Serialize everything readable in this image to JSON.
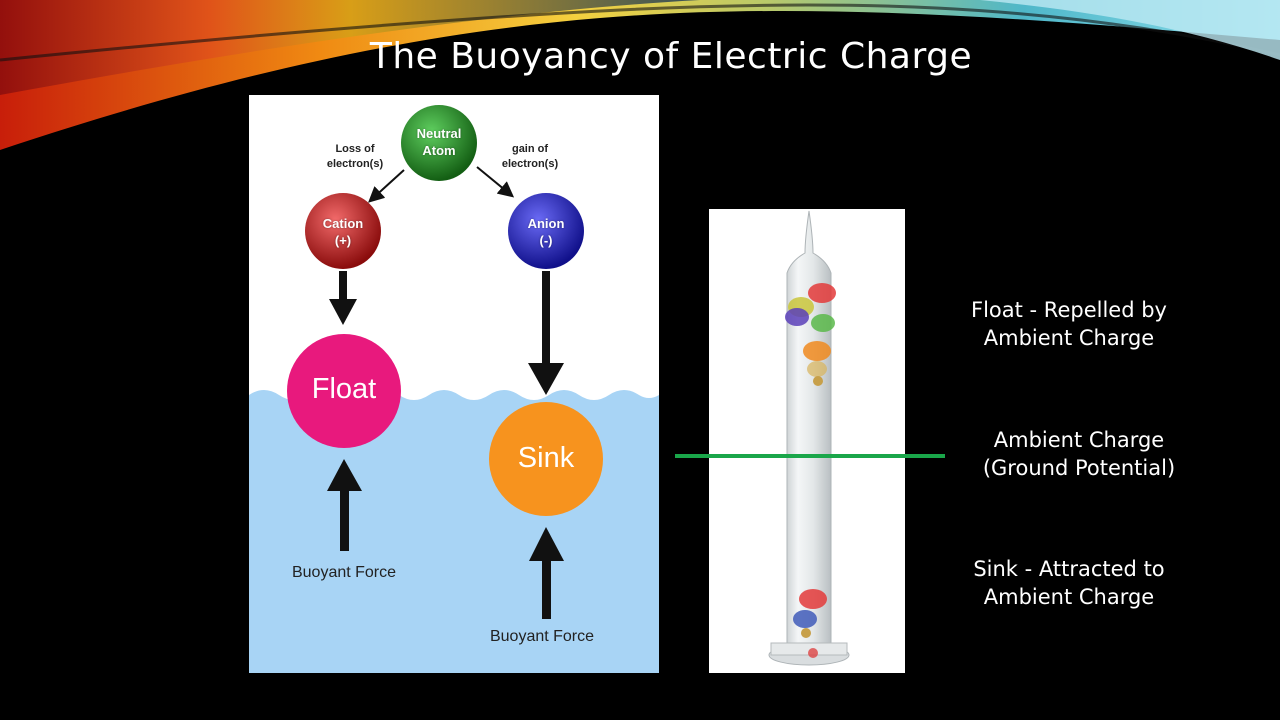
{
  "slide": {
    "title": "The Buoyancy of Electric Charge"
  },
  "diagram": {
    "neutral_atom": "Neutral\nAtom",
    "loss_label": "Loss of\nelectron(s)",
    "gain_label": "gain of\nelectron(s)",
    "cation": "Cation\n(+)",
    "anion": "Anion\n(-)",
    "float": "Float",
    "sink": "Sink",
    "buoyant_force_left": "Buoyant Force",
    "buoyant_force_right": "Buoyant Force",
    "colors": {
      "neutral": "#2e8b2e",
      "cation": "#d42a2a",
      "anion": "#2a2ad4",
      "float": "#e8197d",
      "sink": "#f7931e",
      "water": "#a8d4f5"
    }
  },
  "labels": {
    "float_repelled": "Float - Repelled by\nAmbient Charge",
    "ambient": "Ambient Charge\n(Ground Potential)",
    "sink_attracted": "Sink - Attracted to\nAmbient Charge"
  },
  "colors": {
    "ground_line": "#1aa64a",
    "background": "#000000"
  }
}
